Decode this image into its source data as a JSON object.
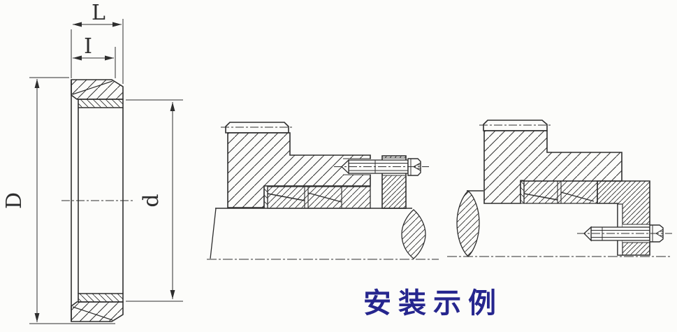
{
  "caption": {
    "text": "安装示例",
    "color": "#26268e"
  },
  "left_view": {
    "labels": {
      "total_width": "L",
      "inner_width": "I",
      "outer_diameter": "D",
      "bore_diameter": "d"
    }
  },
  "palette": {
    "background": "#fcfcfa",
    "line": "#2e2e2e"
  }
}
